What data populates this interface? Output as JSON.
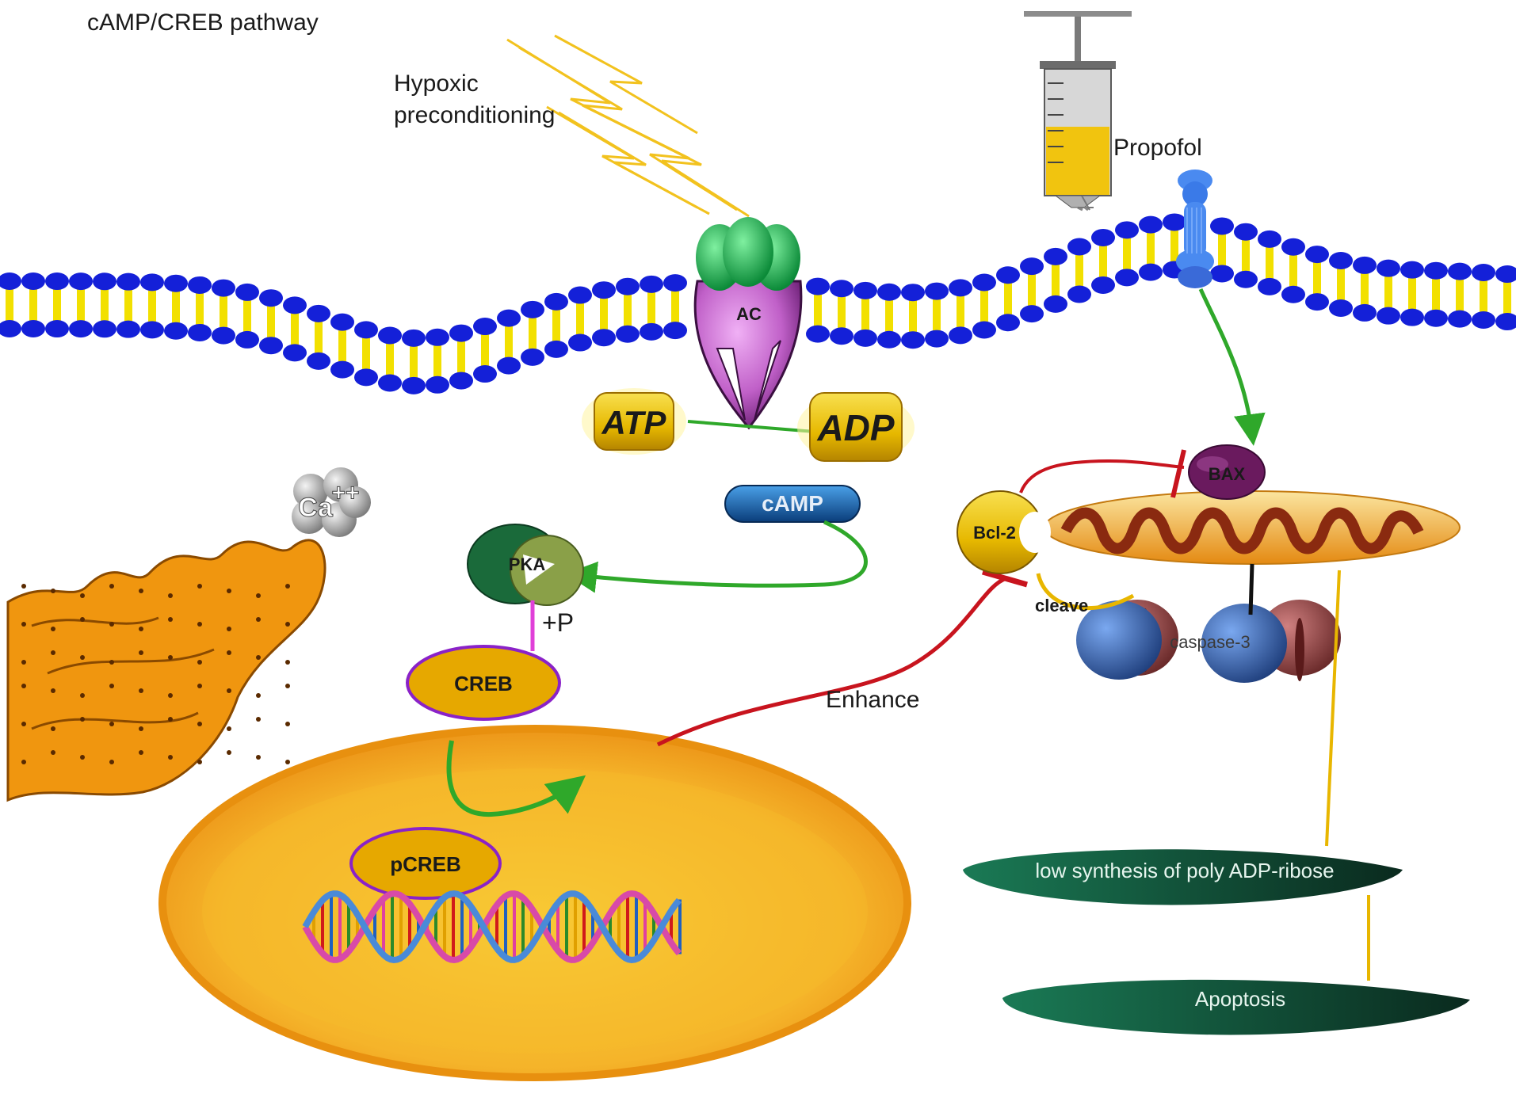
{
  "title": "cAMP/CREB pathway",
  "stimuli": {
    "hypoxic_line1": "Hypoxic",
    "hypoxic_line2": "preconditioning",
    "drug": "Propofol"
  },
  "molecules": {
    "ac": "AC",
    "atp": "ATP",
    "adp": "ADP",
    "camp": "cAMP",
    "pka": "PKA",
    "phospho": "+P",
    "creb": "CREB",
    "pcreb": "pCREB",
    "calcium": "Ca",
    "calcium_charge": "++",
    "bcl2": "Bcl-2",
    "bax": "BAX",
    "caspase": "caspase-3"
  },
  "edges": {
    "enhance": "Enhance",
    "cleave": "cleave"
  },
  "outcomes": {
    "low_synthesis": "low synthesis of poly ADP-ribose",
    "apoptosis": "Apoptosis"
  },
  "colors": {
    "membrane_head": "#1420d8",
    "membrane_tail": "#f2e000",
    "activation_arrow": "#2fa82a",
    "inhibition": "#c8141e",
    "outcome_link": "#e8b600",
    "nucleus": "#f3a51c",
    "outcome_ellipse": "#10563c"
  }
}
